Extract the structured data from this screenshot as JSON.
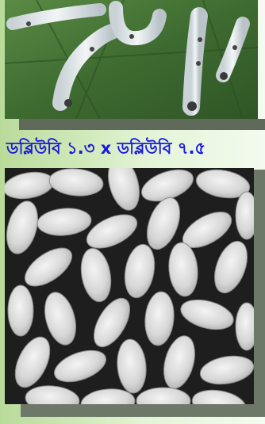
{
  "caption": {
    "text": "ডব্লিউবি ১.৩ x ডব্লিউবি ৭.৫"
  },
  "colors": {
    "caption_text": "#1a1adb",
    "background_left": "#b9db9a",
    "background_right": "#f4fbef"
  },
  "images": {
    "top": "silkworm-larvae-photo",
    "bottom": "silkworm-cocoons-photo"
  }
}
